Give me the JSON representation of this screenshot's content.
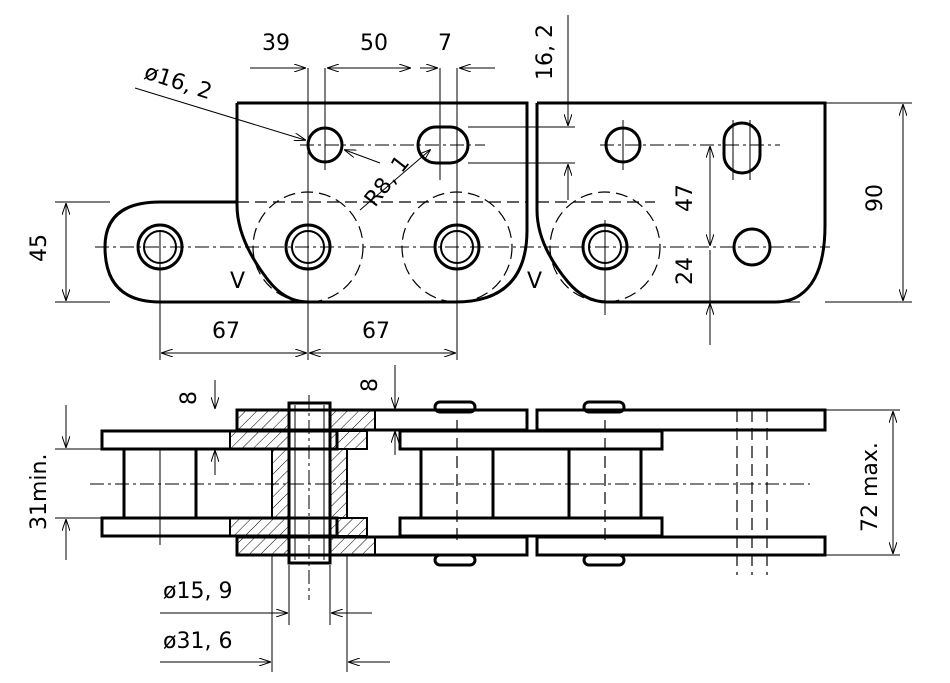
{
  "drawing": {
    "dims": {
      "d39": "39",
      "d50": "50",
      "d7": "7",
      "d16_2": "16, 2",
      "dia16_2": "ø16, 2",
      "r8_1": "R8, 1",
      "d45": "45",
      "d47": "47",
      "d24": "24",
      "d90": "90",
      "d67a": "67",
      "d67b": "67",
      "d8a": "8",
      "d8b": "8",
      "d31min": "31min.",
      "d72max": "72 max.",
      "dia15_9": "ø15, 9",
      "dia31_6": "ø31, 6"
    },
    "marks": {
      "v1": "V",
      "v2": "V"
    }
  }
}
